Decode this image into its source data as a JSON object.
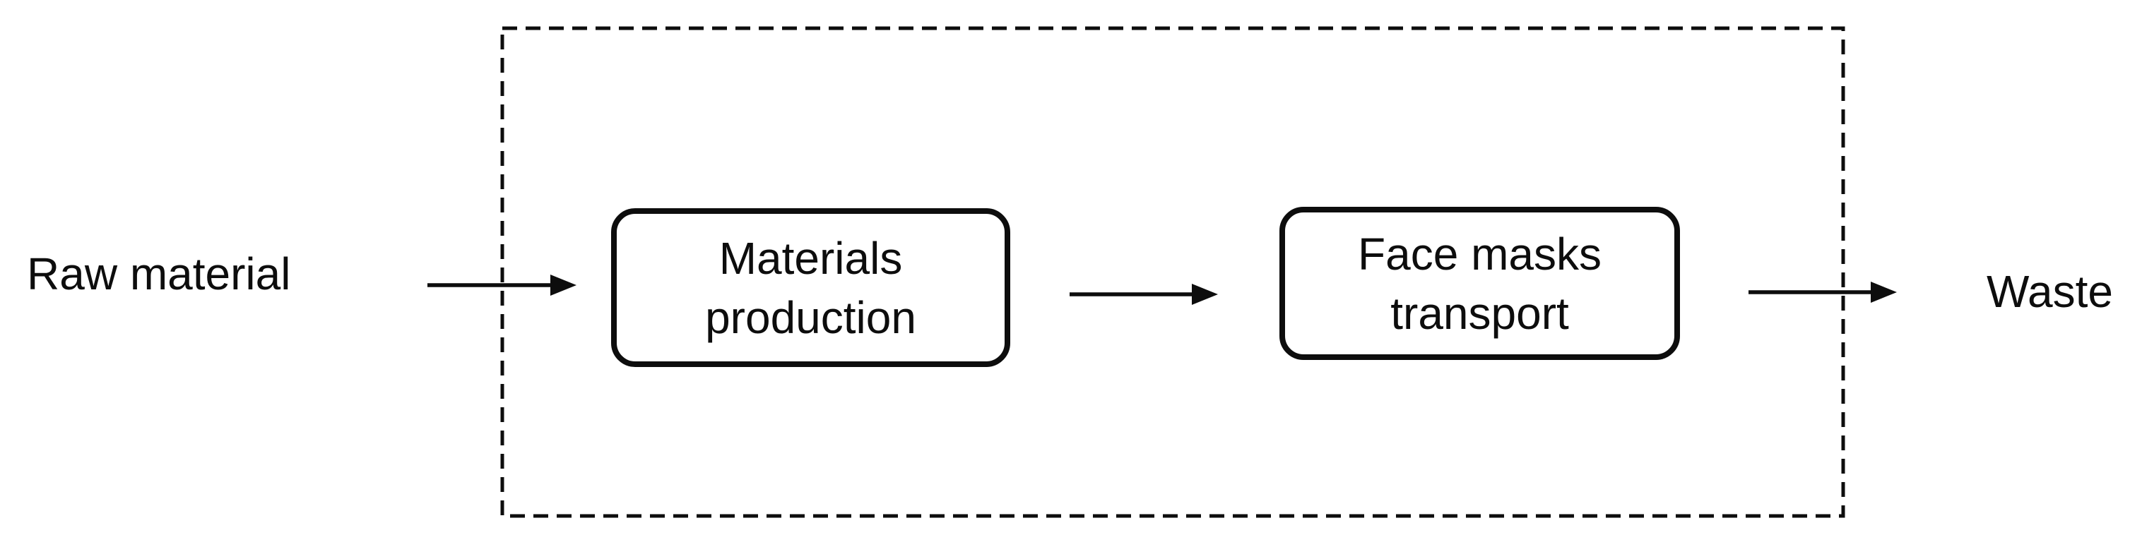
{
  "diagram": {
    "inputs": [
      {
        "label": "Raw material"
      }
    ],
    "process_steps": [
      {
        "label": "Materials\nproduction"
      },
      {
        "label": "Face masks\ntransport"
      }
    ],
    "outputs": [
      {
        "label": "Waste"
      }
    ],
    "system_boundary": {
      "border_style": "dashed"
    },
    "colors": {
      "stroke": "#0d0d0d",
      "text": "#0d0d0d",
      "background": "#ffffff"
    }
  }
}
